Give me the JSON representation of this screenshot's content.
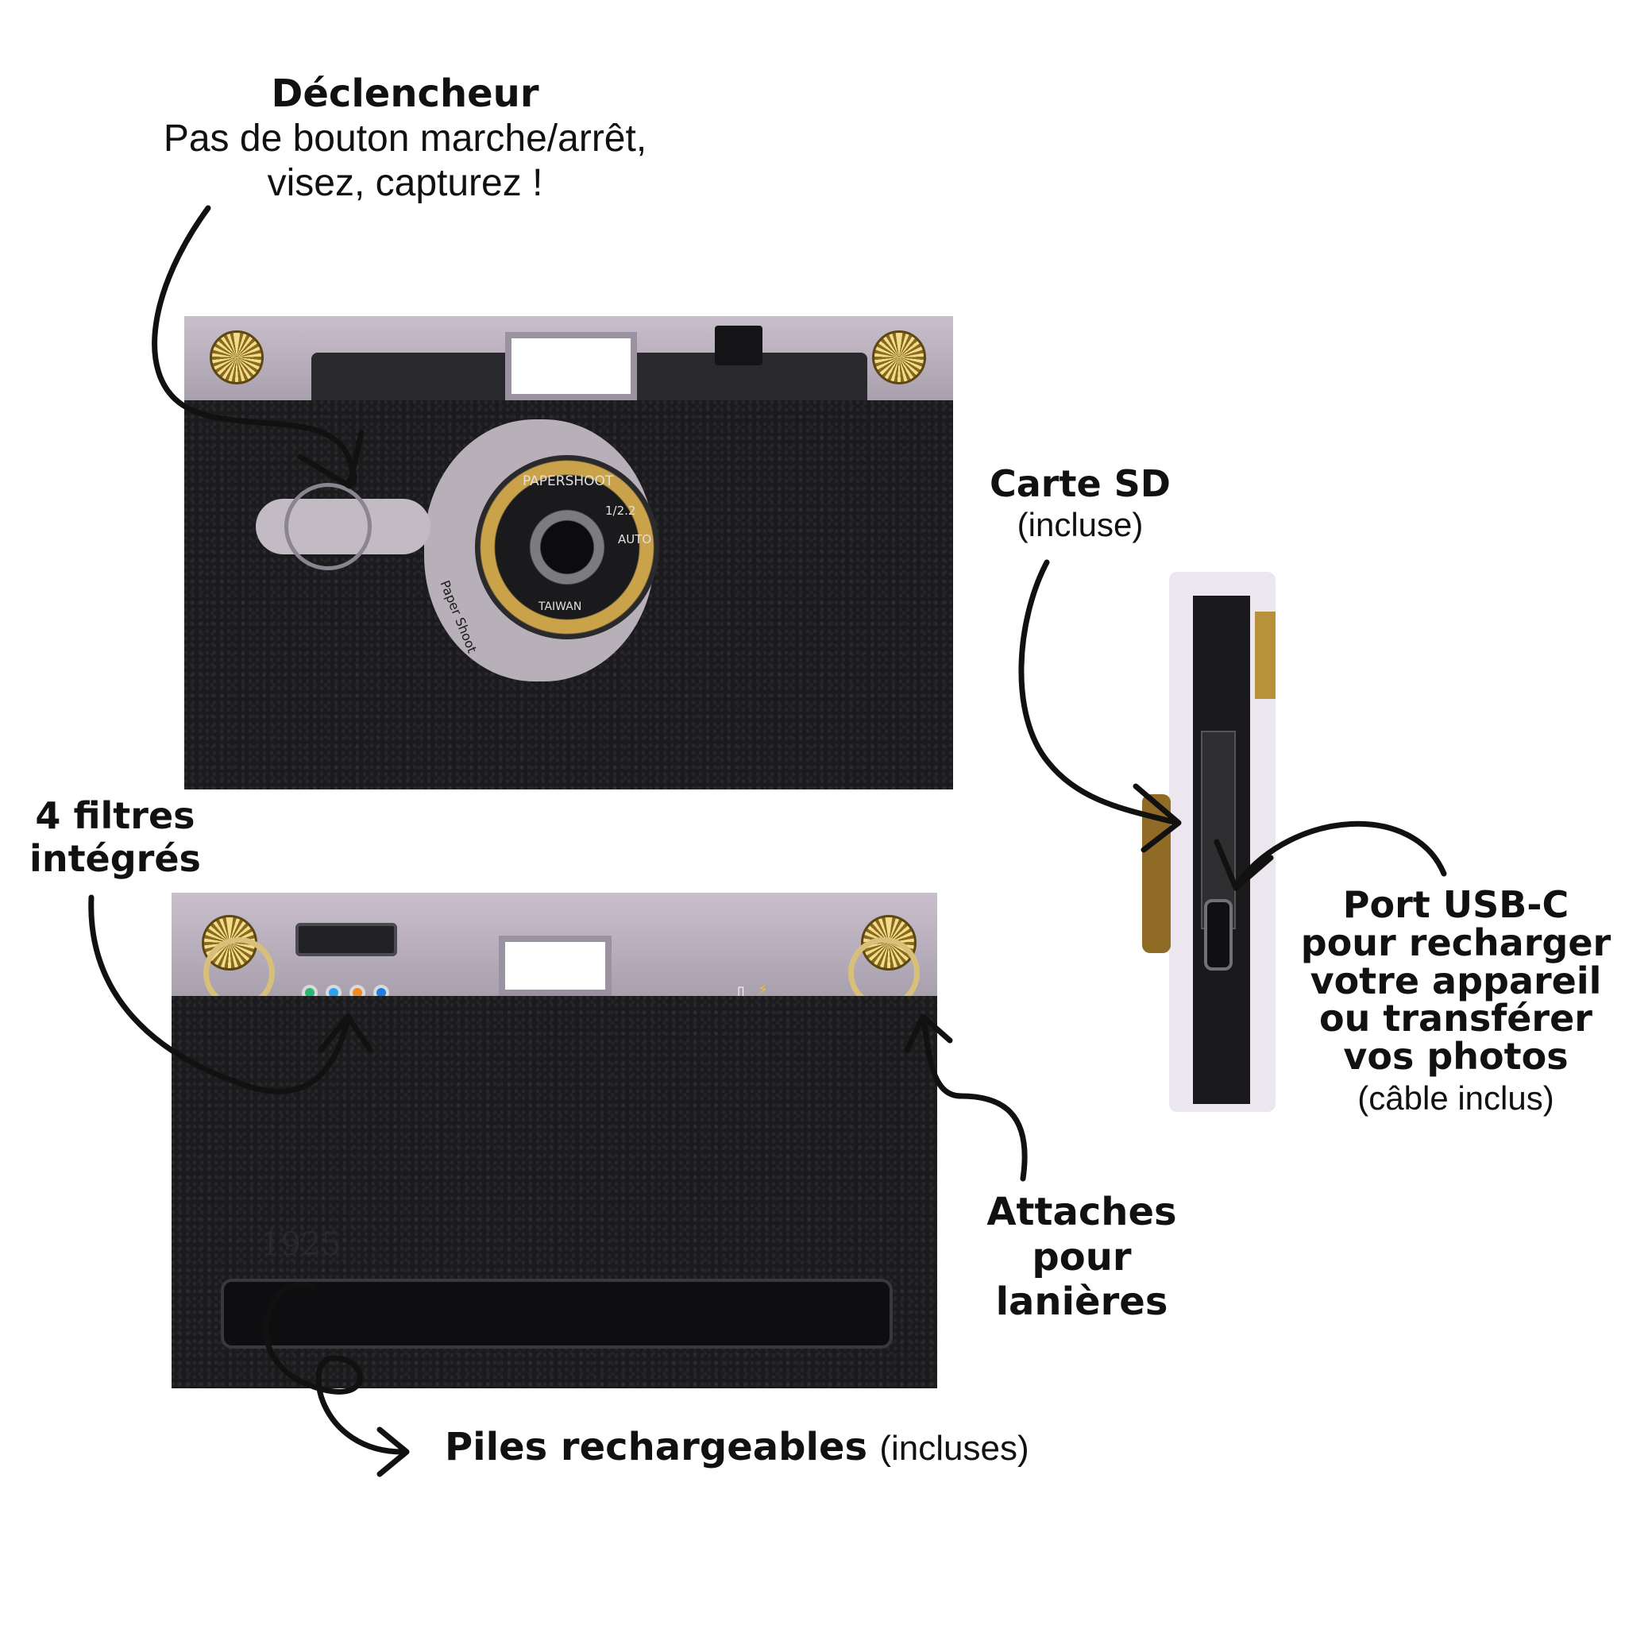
{
  "labels": {
    "shutter": {
      "title": "Déclencheur",
      "line1": "Pas de bouton marche/arrêt,",
      "line2": "visez, capturez !"
    },
    "sd_card": {
      "title": "Carte SD",
      "note": "(incluse)"
    },
    "filters": {
      "line1": "4 filtres",
      "line2": "intégrés"
    },
    "usb": {
      "line1": "Port USB-C",
      "line2": "pour  recharger",
      "line3": "votre appareil",
      "line4": "ou transférer",
      "line5": "vos photos",
      "note": "(câble inclus)"
    },
    "straps": {
      "line1": "Attaches",
      "line2": "pour",
      "line3": "lanières"
    },
    "battery": {
      "title": "Piles rechargeables",
      "note": "(incluses)"
    }
  },
  "camera_print": {
    "lens_brand": "PAPERSHOOT",
    "aperture": "1/2.2",
    "mode": "AUTO",
    "origin": "TAIWAN",
    "maker": "Paper Shoot",
    "back_year": "1925"
  },
  "colors": {
    "leather": "#1b1a1c",
    "plate": "#c9bfcc",
    "brass": "#d8b85a",
    "filter_dots": [
      "#2ab673",
      "#2ea0f0",
      "#f28a1e",
      "#1d7ee0"
    ]
  }
}
